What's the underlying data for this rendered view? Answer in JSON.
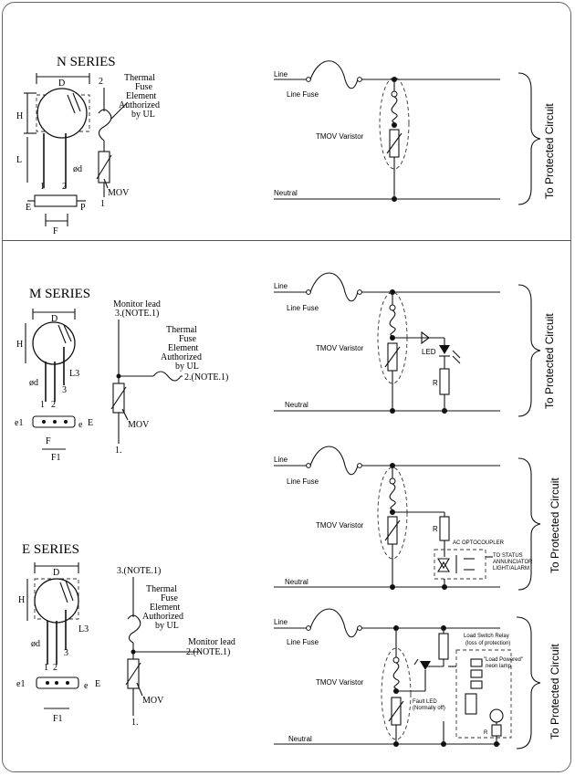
{
  "n_series": {
    "title": "N SERIES",
    "dims": {
      "D": "D",
      "H": "H",
      "L": "L",
      "phid": "ød",
      "E": "E",
      "F": "F",
      "P": "P",
      "pin1": "1",
      "pin2": "2"
    },
    "schematic": {
      "fuse_label": [
        "Thermal",
        "Fuse",
        "Element",
        "Authorized",
        "by UL"
      ],
      "mov": "MOV",
      "t2": "2",
      "t1": "1"
    }
  },
  "m_series": {
    "title": "M SERIES",
    "dims": {
      "D": "D",
      "H": "H",
      "L3": "L3",
      "phid": "ød",
      "e1": "e1",
      "e": "e",
      "E": "E",
      "F": "F",
      "F1": "F1",
      "pin1": "1",
      "pin2": "2",
      "pin3": "3"
    },
    "schematic": {
      "monitor": [
        "Monitor lead",
        "3.(NOTE.1)"
      ],
      "fuse_label": [
        "Thermal",
        "Fuse",
        "Element",
        "Authorized",
        "by UL"
      ],
      "t2": "2.(NOTE.1)",
      "mov": "MOV",
      "t1": "1."
    }
  },
  "e_series": {
    "title": "E SERIES",
    "dims": {
      "D": "D",
      "H": "H",
      "L3": "L3",
      "phid": "ød",
      "e1": "e1",
      "e": "e",
      "E": "E",
      "F1": "F1",
      "pin1": "1",
      "pin2": "2",
      "pin3": "3"
    },
    "schematic": {
      "t3": "3.(NOTE.1)",
      "fuse_label": [
        "Thermal",
        "Fuse",
        "Element",
        "Authorized",
        "by UL"
      ],
      "monitor": [
        "Monitor lead",
        "2.(NOTE.1)"
      ],
      "mov": "MOV",
      "t1": "1."
    }
  },
  "circuits": {
    "line": "Line",
    "line_fuse": "Line Fuse",
    "tmov": "TMOV Varistor",
    "neutral": "Neutral",
    "protected": "To Protected Circuit",
    "led": "LED",
    "r": "R",
    "ac_opto": "AC OPTOCOUPLER",
    "status": [
      "TO STATUS",
      "ANNUNCIATOR",
      "LIGHT/ALARM"
    ],
    "relay": [
      "Load Switch Relay",
      "(loss of protection)"
    ],
    "neon": [
      "\"Load Powered\"",
      "neon lamp"
    ],
    "fault_led": [
      "Fault LED",
      "(Normally off)"
    ]
  }
}
